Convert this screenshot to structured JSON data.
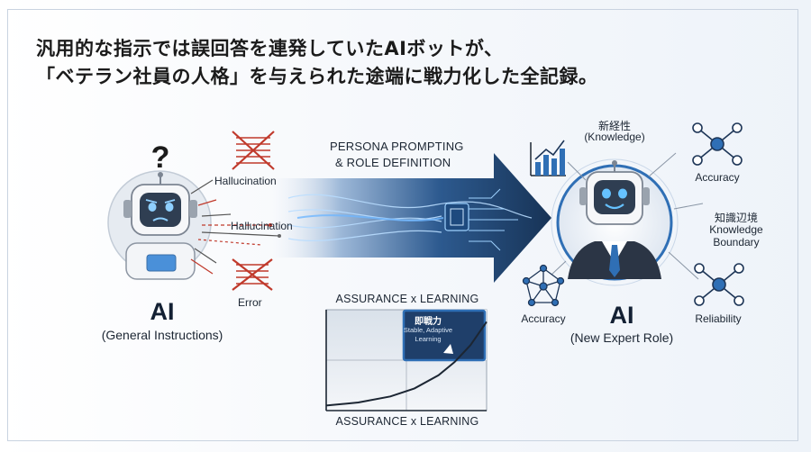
{
  "headline": {
    "line1": "汎用的な指示では誤回答を連発していたAIボットが、",
    "line2": "「ベテラン社員の人格」を与えられた途端に戦力化した全記録。"
  },
  "left_bot": {
    "symbol": "?",
    "title": "AI",
    "subtitle": "(General Instructions)",
    "issues": [
      "Hallucination",
      "Hallucination",
      "Error"
    ]
  },
  "arrow": {
    "line1": "PERSONA PROMPTING",
    "line2": "& ROLE DEFINITION"
  },
  "chart": {
    "caption_top": "ASSURANCE x LEARNING",
    "caption_bottom": "ASSURANCE x LEARNING",
    "badge_title": "即戦力",
    "badge_sub1": "Stable, Adaptive",
    "badge_sub2": "Learning"
  },
  "chart_data": {
    "type": "line",
    "title": "ASSURANCE x LEARNING",
    "xlabel": "ASSURANCE x LEARNING",
    "ylabel": "",
    "xlim": [
      0,
      1
    ],
    "ylim": [
      0,
      1
    ],
    "grid": true,
    "series": [
      {
        "x": [
          0.0,
          0.2,
          0.4,
          0.55,
          0.7,
          0.8,
          0.9,
          1.0
        ],
        "values": [
          0.05,
          0.08,
          0.14,
          0.22,
          0.35,
          0.48,
          0.65,
          0.88
        ]
      }
    ]
  },
  "right_bot": {
    "title": "AI",
    "subtitle": "(New Expert Role)",
    "labels": {
      "novelty_jp": "新経性",
      "novelty_en": "(Knowledge)",
      "accuracy_top": "Accuracy",
      "boundary_jp": "知識辺境",
      "boundary_en1": "Knowledge",
      "boundary_en2": "Boundary",
      "accuracy_left": "Accuracy",
      "reliability": "Reliability"
    }
  },
  "colors": {
    "accent": "#2f6fb5",
    "navy": "#1d3557",
    "error_red": "#c0392b",
    "light_blue": "#8fc3f0"
  }
}
